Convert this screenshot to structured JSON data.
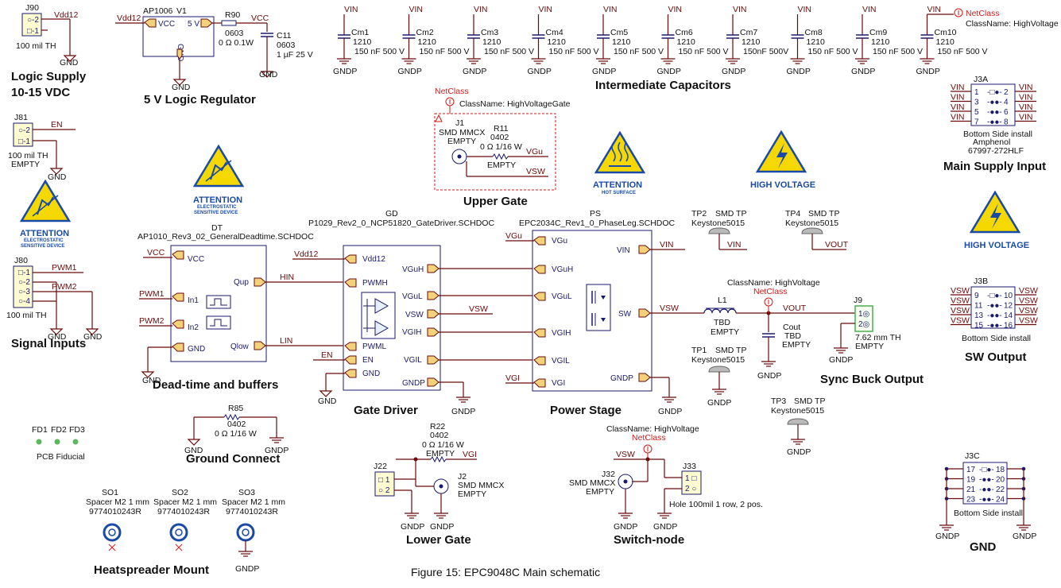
{
  "caption": "Figure 15:  EPC9048C Main schematic",
  "sections": {
    "logic_supply_1": "Logic Supply",
    "logic_supply_2": "10-15 VDC",
    "regulator": "5 V Logic Regulator",
    "intermediate_caps": "Intermediate Capacitors",
    "upper_gate": "Upper Gate",
    "main_supply": "Main Supply Input",
    "signal_inputs": "Signal Inputs",
    "deadtime": "Dead-time and buffers",
    "gate_driver": "Gate Driver",
    "power_stage": "Power Stage",
    "sync_buck": "Sync Buck Output",
    "sw_output": "SW Output",
    "ground_connect": "Ground Connect",
    "lower_gate": "Lower Gate",
    "switch_node": "Switch-node",
    "heatspreader": "Heatspreader Mount",
    "gnd": "GND"
  },
  "nets": {
    "vdd12": "Vdd12",
    "vcc": "VCC",
    "vin": "VIN",
    "gndp": "GNDP",
    "gnd": "GND",
    "en": "EN",
    "pwm1": "PWM1",
    "pwm2": "PWM2",
    "hin": "HIN",
    "lin": "LIN",
    "vsw": "VSW",
    "vgu": "VGu",
    "vgi": "VGI",
    "vout": "VOUT",
    "5v": "5 V"
  },
  "netclass": {
    "label": "NetClass",
    "hv": "ClassName: HighVoltage",
    "hvgate": "ClassName: HighVoltageGate"
  },
  "warnings": {
    "attention": "ATTENTION",
    "esd_1": "ELECTROSTATIC",
    "esd_2": "SENSITIVE DEVICE",
    "hot": "HOT SURFACE",
    "hv": "HIGH VOLTAGE"
  },
  "j90": {
    "ref": "J90",
    "desc": "100 mil TH"
  },
  "j81": {
    "ref": "J81",
    "desc1": "100 mil TH",
    "desc2": "EMPTY"
  },
  "j80": {
    "ref": "J80",
    "desc": "100 mil TH"
  },
  "v1": {
    "ref": "V1",
    "part": "AP1006",
    "pin_vcc": "VCC",
    "pin_5v": "5 V",
    "pin_gnd": "GND"
  },
  "r90": {
    "ref": "R90",
    "size": "0603",
    "value": "0 Ω 0.1W"
  },
  "c11": {
    "ref": "C11",
    "size": "0603",
    "value": "1 µF 25 V"
  },
  "caps": [
    {
      "ref": "Cm1",
      "size": "1210",
      "value": "150 nF 500 V"
    },
    {
      "ref": "Cm2",
      "size": "1210",
      "value": "150 nF 500 V"
    },
    {
      "ref": "Cm3",
      "size": "1210",
      "value": "150 nF 500 V"
    },
    {
      "ref": "Cm4",
      "size": "1210",
      "value": "150 nF 500 V"
    },
    {
      "ref": "Cm5",
      "size": "1210",
      "value": "150 nF 500 V"
    },
    {
      "ref": "Cm6",
      "size": "1210",
      "value": "150 nF 500 V"
    },
    {
      "ref": "Cm7",
      "size": "1210",
      "value": "150nF 500V"
    },
    {
      "ref": "Cm8",
      "size": "1210",
      "value": "150 nF 500 V"
    },
    {
      "ref": "Cm9",
      "size": "1210",
      "value": "150 nF 500 V"
    },
    {
      "ref": "Cm10",
      "size": "1210",
      "value": "150 nF 500 V"
    }
  ],
  "j1": {
    "ref": "J1",
    "type": "SMD MMCX",
    "state": "EMPTY"
  },
  "r11": {
    "ref": "R11",
    "size": "0402",
    "value": "0 Ω 1/16 W",
    "state": "EMPTY"
  },
  "j3a": {
    "ref": "J3A",
    "note1": "Bottom Side install",
    "note2": "Amphenol",
    "note3": "67997-272HLF",
    "pins_left": [
      "1",
      "3",
      "5",
      "7"
    ],
    "pins_right": [
      "2",
      "4",
      "6",
      "8"
    ]
  },
  "j3b": {
    "ref": "J3B",
    "note": "Bottom Side install",
    "pins_left": [
      "9",
      "11",
      "13",
      "15"
    ],
    "pins_right": [
      "10",
      "12",
      "14",
      "16"
    ]
  },
  "j3c": {
    "ref": "J3C",
    "note": "Bottom Side install",
    "pins_left": [
      "17",
      "19",
      "21",
      "23"
    ],
    "pins_right": [
      "18",
      "20",
      "22",
      "24"
    ]
  },
  "dt": {
    "ref": "DT",
    "sheet": "AP1010_Rev3_02_GeneralDeadtime.SCHDOC",
    "pins": {
      "vcc": "VCC",
      "in1": "In1",
      "in2": "In2",
      "gnd": "GND",
      "qup": "Qup",
      "qlow": "Qlow"
    }
  },
  "gd": {
    "ref": "GD",
    "sheet": "P1029_Rev2_0_NCP51820_GateDriver.SCHDOC",
    "pins": {
      "vdd12": "Vdd12",
      "pwmh": "PWMH",
      "pwml": "PWML",
      "en": "EN",
      "gnd": "GND",
      "vguh": "VGuH",
      "vgul": "VGuL",
      "vsw": "VSW",
      "vgih": "VGIH",
      "vgil": "VGIL",
      "gndp": "GNDP"
    }
  },
  "ps": {
    "ref": "PS",
    "sheet": "EPC2034C_Rev1_0_PhaseLeg.SCHDOC",
    "pins": {
      "vgu": "VGu",
      "vguh": "VGuH",
      "vgul": "VGuL",
      "vgih": "VGIH",
      "vgil": "VGIL",
      "vgi": "VGI",
      "vin": "VIN",
      "sw": "SW",
      "gndp": "GNDP"
    }
  },
  "tp": [
    {
      "ref": "TP2",
      "type": "SMD TP",
      "part": "Keystone5015"
    },
    {
      "ref": "TP4",
      "type": "SMD TP",
      "part": "Keystone5015"
    },
    {
      "ref": "TP1",
      "type": "SMD TP",
      "part": "Keystone5015"
    },
    {
      "ref": "TP3",
      "type": "SMD TP",
      "part": "Keystone5015"
    }
  ],
  "l1": {
    "ref": "L1",
    "value": "TBD",
    "state": "EMPTY"
  },
  "cout": {
    "ref": "Cout",
    "value": "TBD",
    "state": "EMPTY"
  },
  "j9": {
    "ref": "J9",
    "desc": "7.62 mm TH",
    "state": "EMPTY"
  },
  "r85": {
    "ref": "R85",
    "size": "0402",
    "value": "0 Ω 1/16 W"
  },
  "fiducial": {
    "labels": [
      "FD1",
      "FD2",
      "FD3"
    ],
    "caption": "PCB Fiducial"
  },
  "r22": {
    "ref": "R22",
    "size": "0402",
    "value": "0 Ω 1/16 W",
    "state": "EMPTY"
  },
  "j2": {
    "ref": "J2",
    "type": "SMD MMCX",
    "state": "EMPTY"
  },
  "j22": {
    "ref": "J22"
  },
  "j32": {
    "ref": "J32",
    "type": "SMD MMCX",
    "state": "EMPTY"
  },
  "j33": {
    "ref": "J33",
    "desc": "Hole 100mil 1 row, 2 pos."
  },
  "spacers": [
    {
      "ref": "SO1",
      "desc": "Spacer M2 1 mm",
      "part": "9774010243R"
    },
    {
      "ref": "SO2",
      "desc": "Spacer M2 1 mm",
      "part": "9774010243R"
    },
    {
      "ref": "SO3",
      "desc": "Spacer M2 1 mm",
      "part": "9774010243R"
    }
  ],
  "colors": {
    "wire": "#6b0a0a",
    "port": "#f3d27a",
    "warning": "#f5d800",
    "netclass": "#d51a1a",
    "attention_text": "#1a4aa8",
    "fiducial": "#5cb85c"
  }
}
